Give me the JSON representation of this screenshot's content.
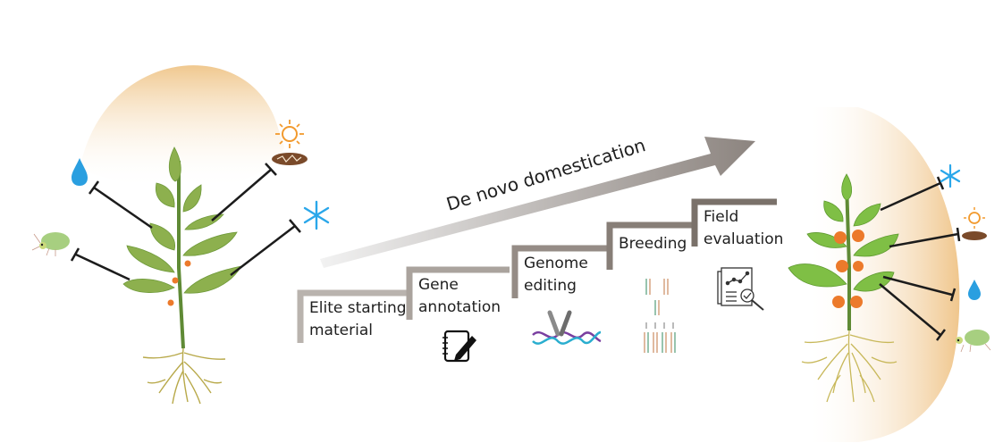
{
  "title": "De novo domestication",
  "steps": [
    {
      "lines": [
        "Elite starting",
        "material"
      ],
      "icon": "elite-material",
      "color": "#b9b3ae"
    },
    {
      "lines": [
        "Gene",
        "annotation"
      ],
      "icon": "notebook-pencil-icon",
      "color": "#aaa39d"
    },
    {
      "lines": [
        "Genome",
        "editing"
      ],
      "icon": "crispr-dna-icon",
      "color": "#958c86"
    },
    {
      "lines": [
        "Breeding"
      ],
      "icon": "chromosome-cross-icon",
      "color": "#877e77"
    },
    {
      "lines": [
        "Field",
        "evaluation"
      ],
      "icon": "report-magnifier-icon",
      "color": "#7a716a"
    }
  ],
  "left_plant": {
    "description": "wild plant",
    "stresses": [
      "water-drop-icon",
      "aphid-icon",
      "sun-drought-icon",
      "snowflake-icon"
    ]
  },
  "right_plant": {
    "description": "domesticated plant with fruits",
    "stresses": [
      "snowflake-icon",
      "sun-drought-icon",
      "water-drop-icon",
      "aphid-icon"
    ]
  },
  "colors": {
    "halo": "#f2c98e",
    "arrow_start": "#eeeeee",
    "arrow_end": "#8f8782",
    "leaf": "#8db04e",
    "leaf_dark": "#6f9a3a",
    "fruit": "#ec7a2b",
    "water": "#2a9fe0",
    "snow": "#2aa7ea",
    "sun": "#f29a2e",
    "soil": "#7a4a2a",
    "inhibitor": "#1c1c1c",
    "root": "#b8a94a"
  }
}
